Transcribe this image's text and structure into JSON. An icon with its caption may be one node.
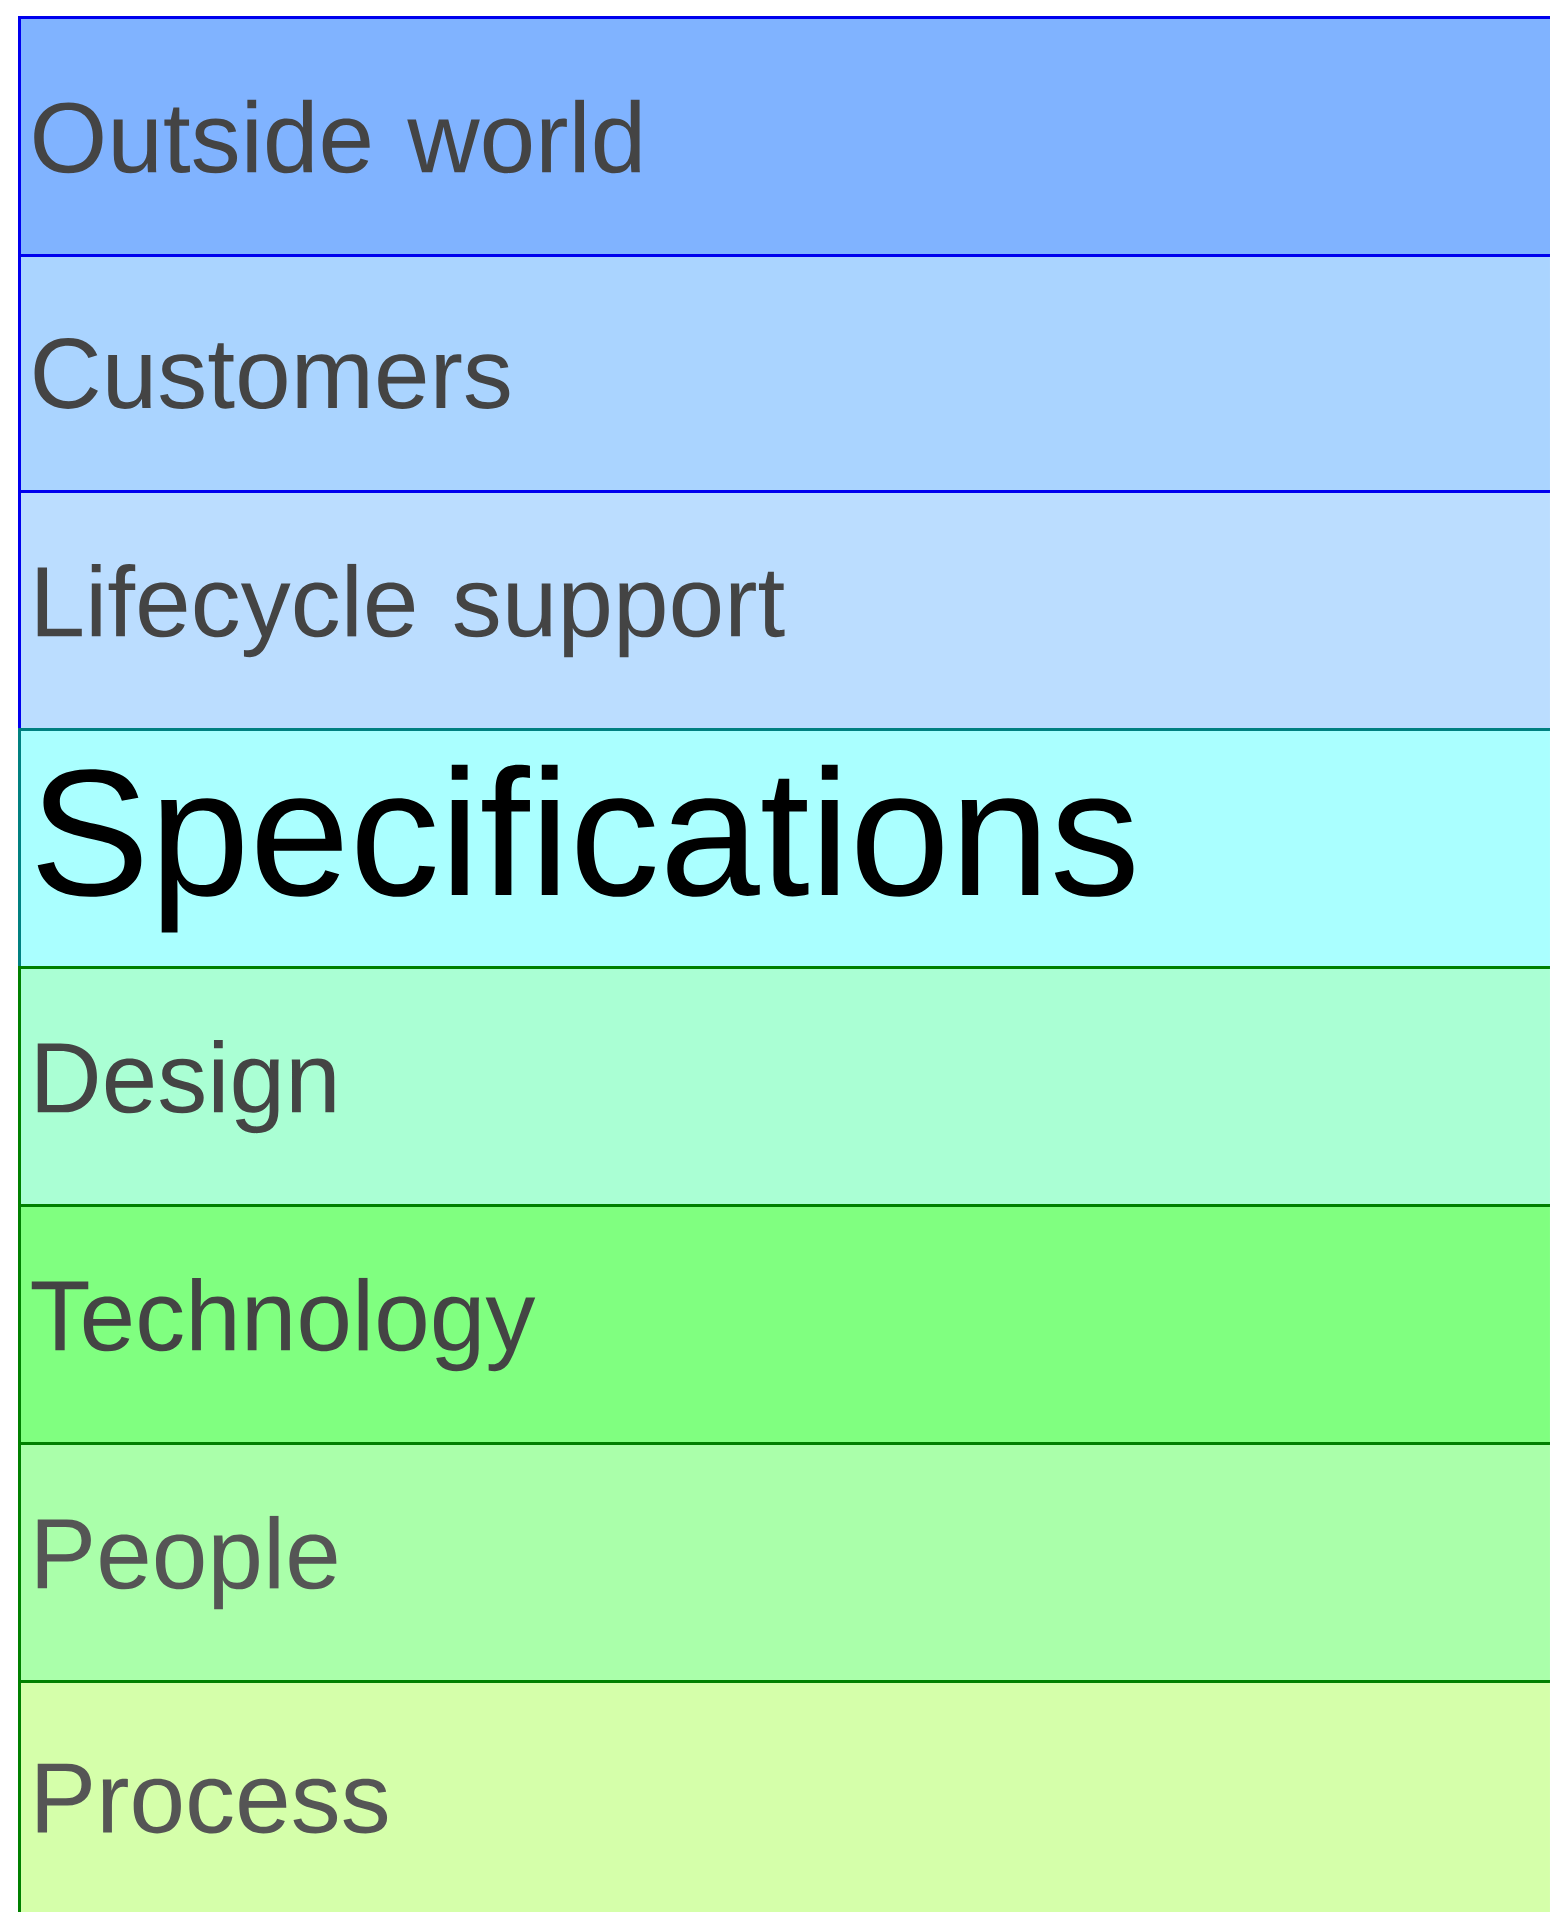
{
  "diagram": {
    "nodes": [
      {
        "text": [
          "Outside world"
        ]
      },
      {
        "text": [
          "Customers"
        ]
      },
      {
        "text": [
          "Lifecycle support"
        ]
      },
      {
        "text": [
          "Specifications"
        ]
      },
      {
        "text": [
          "Design"
        ]
      },
      {
        "text": [
          "Technology"
        ]
      },
      {
        "text": [
          "People"
        ]
      },
      {
        "text": [
          "Process"
        ]
      }
    ]
  }
}
